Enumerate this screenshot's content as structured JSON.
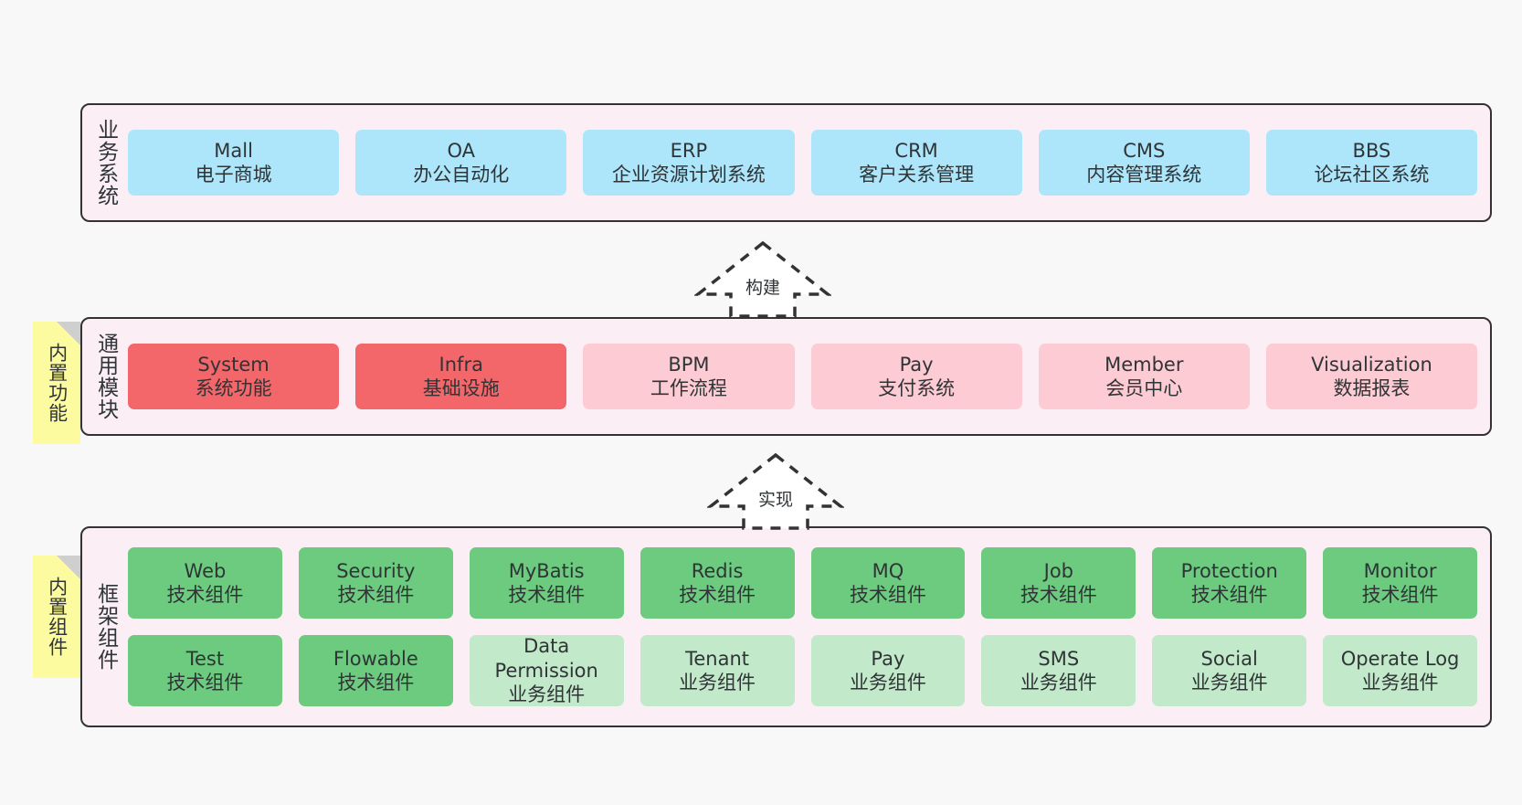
{
  "diagram": {
    "title": "",
    "colors": {
      "canvas_bg": "#f8f8f8",
      "layer_bg": "#fbeef5",
      "layer_border": "#333333",
      "business_node": "#ade6fb",
      "core_module_node": "#f3666a",
      "optional_module_node": "#fccbd3",
      "tech_component_node": "#6ccb7f",
      "business_component_node": "#c3e9cb",
      "sticky_note": "#fcfba0",
      "sticky_fold": "#cfcfcf",
      "text": "#2f3436"
    }
  },
  "layers": [
    {
      "id": "business-system",
      "label": "业务系统",
      "rows": [
        {
          "nodes": [
            {
              "name": "Mall",
              "sub": "电子商城",
              "style": "c-blue"
            },
            {
              "name": "OA",
              "sub": "办公自动化",
              "style": "c-blue"
            },
            {
              "name": "ERP",
              "sub": "企业资源计划系统",
              "style": "c-blue"
            },
            {
              "name": "CRM",
              "sub": "客户关系管理",
              "style": "c-blue"
            },
            {
              "name": "CMS",
              "sub": "内容管理系统",
              "style": "c-blue"
            },
            {
              "name": "BBS",
              "sub": "论坛社区系统",
              "style": "c-blue"
            }
          ]
        }
      ]
    },
    {
      "id": "common-module",
      "label": "通用模块",
      "sticky": "内置功能",
      "rows": [
        {
          "nodes": [
            {
              "name": "System",
              "sub": "系统功能",
              "style": "c-red"
            },
            {
              "name": "Infra",
              "sub": "基础设施",
              "style": "c-red"
            },
            {
              "name": "BPM",
              "sub": "工作流程",
              "style": "c-pink"
            },
            {
              "name": "Pay",
              "sub": "支付系统",
              "style": "c-pink"
            },
            {
              "name": "Member",
              "sub": "会员中心",
              "style": "c-pink"
            },
            {
              "name": "Visualization",
              "sub": "数据报表",
              "style": "c-pink"
            }
          ]
        }
      ]
    },
    {
      "id": "framework-component",
      "label": "框架组件",
      "sticky": "内置组件",
      "rows": [
        {
          "nodes": [
            {
              "name": "Web",
              "sub": "技术组件",
              "style": "c-green"
            },
            {
              "name": "Security",
              "sub": "技术组件",
              "style": "c-green"
            },
            {
              "name": "MyBatis",
              "sub": "技术组件",
              "style": "c-green"
            },
            {
              "name": "Redis",
              "sub": "技术组件",
              "style": "c-green"
            },
            {
              "name": "MQ",
              "sub": "技术组件",
              "style": "c-green"
            },
            {
              "name": "Job",
              "sub": "技术组件",
              "style": "c-green"
            },
            {
              "name": "Protection",
              "sub": "技术组件",
              "style": "c-green"
            },
            {
              "name": "Monitor",
              "sub": "技术组件",
              "style": "c-green"
            }
          ]
        },
        {
          "nodes": [
            {
              "name": "Test",
              "sub": "技术组件",
              "style": "c-green"
            },
            {
              "name": "Flowable",
              "sub": "技术组件",
              "style": "c-green"
            },
            {
              "name": "Data Permission",
              "sub": "业务组件",
              "style": "c-green-lt",
              "wrap": true
            },
            {
              "name": "Tenant",
              "sub": "业务组件",
              "style": "c-green-lt"
            },
            {
              "name": "Pay",
              "sub": "业务组件",
              "style": "c-green-lt"
            },
            {
              "name": "SMS",
              "sub": "业务组件",
              "style": "c-green-lt"
            },
            {
              "name": "Social",
              "sub": "业务组件",
              "style": "c-green-lt"
            },
            {
              "name": "Operate Log",
              "sub": "业务组件",
              "style": "c-green-lt"
            }
          ]
        }
      ]
    }
  ],
  "connectors": [
    {
      "id": "build",
      "label": "构建",
      "from": "common-module",
      "to": "business-system"
    },
    {
      "id": "implement",
      "label": "实现",
      "from": "framework-component",
      "to": "common-module"
    }
  ]
}
